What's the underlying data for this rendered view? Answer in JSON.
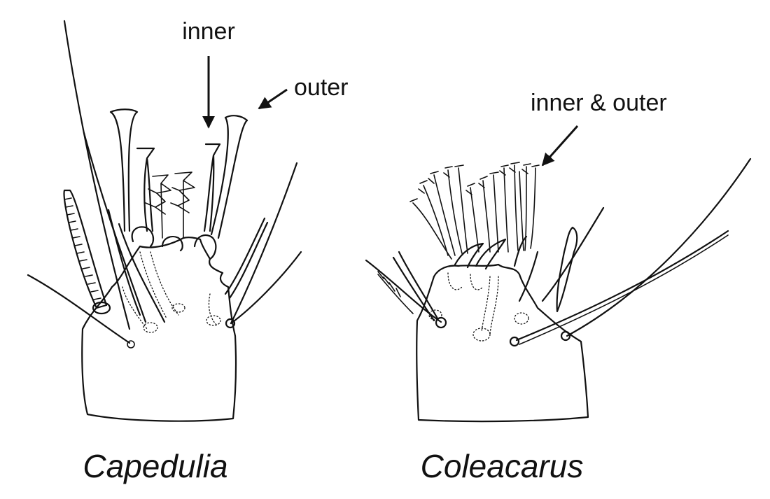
{
  "labels": {
    "inner": "inner",
    "outer": "outer",
    "inner_outer": "inner & outer"
  },
  "genera": {
    "left": "Capedulia",
    "right": "Coleacarus"
  }
}
